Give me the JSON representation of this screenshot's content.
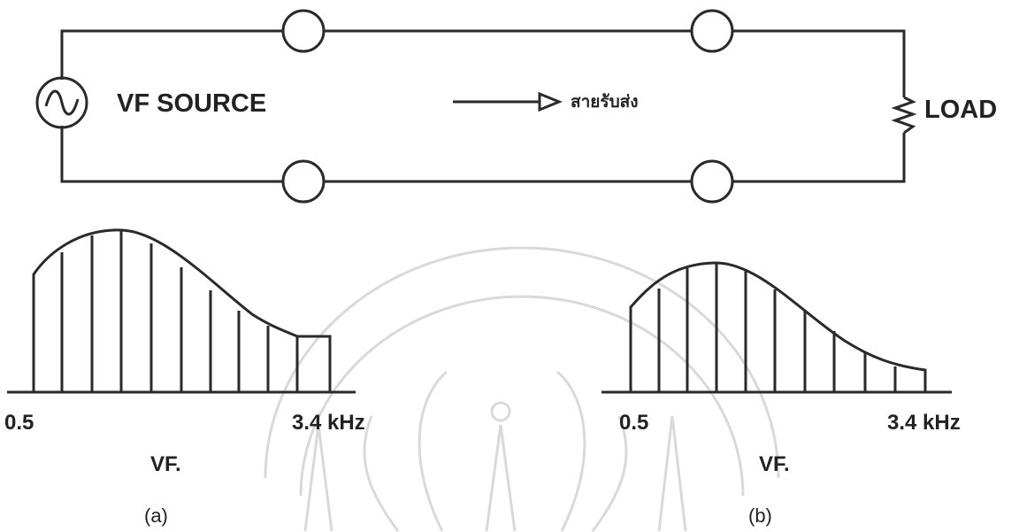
{
  "circuit": {
    "source_label": "VF SOURCE",
    "line_label": "สายรับส่ง",
    "load_label": "LOAD"
  },
  "spectrum_a": {
    "freq_start_label": "0.5",
    "freq_end_label": "3.4 kHz",
    "band_label": "VF.",
    "caption": "(a)"
  },
  "spectrum_b": {
    "freq_start_label": "0.5",
    "freq_end_label": "3.4 kHz",
    "band_label": "VF.",
    "caption": "(b)"
  },
  "colors": {
    "ink": "#2a2a2a",
    "watermark": "#d9d9d9"
  }
}
